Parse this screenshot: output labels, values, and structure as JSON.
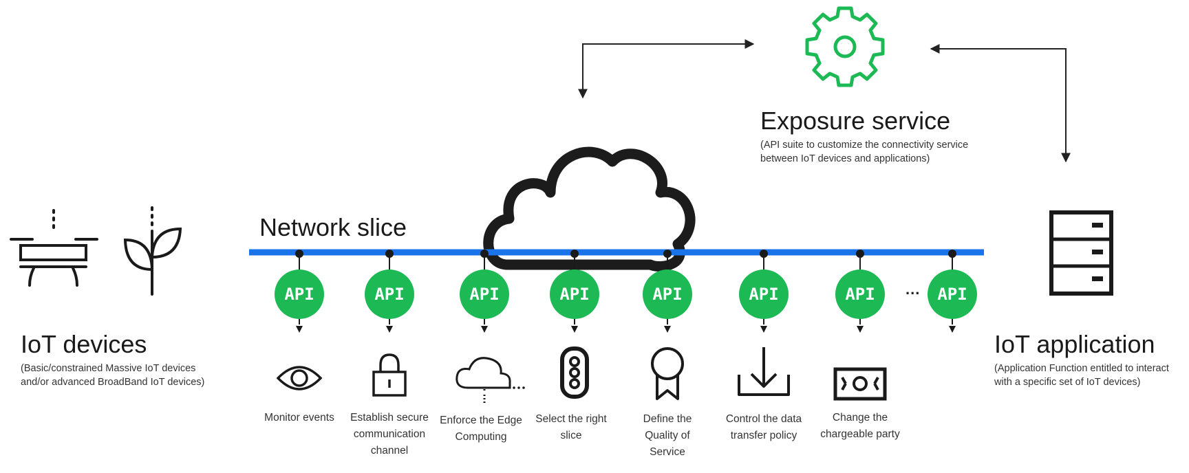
{
  "exposure_service": {
    "title": "Exposure service",
    "description": "(API suite to customize the connectivity service between IoT devices and applications)",
    "icon": "gear-icon",
    "color": "#1db954"
  },
  "network_slice": {
    "label": "Network slice",
    "line_color": "#1a73e8",
    "icon": "cloud-icon"
  },
  "iot_devices": {
    "title": "IoT devices",
    "description": "(Basic/constrained Massive IoT devices and/or advanced BroadBand IoT devices)",
    "icons": [
      "drone-icon",
      "plant-sensor-icon"
    ]
  },
  "iot_application": {
    "title": "IoT application",
    "description": "(Application Function entitled to interact with a specific set of IoT devices)",
    "icon": "server-icon"
  },
  "api_badge_label": "API",
  "ellipsis": "...",
  "apis": [
    {
      "caption": "Monitor events",
      "icon": "eye-icon"
    },
    {
      "caption": "Establish secure communication channel",
      "icon": "lock-icon"
    },
    {
      "caption": "Enforce the Edge Computing",
      "icon": "edge-cloud-icon"
    },
    {
      "caption": "Select the right slice",
      "icon": "traffic-light-icon"
    },
    {
      "caption": "Define the Quality of Service",
      "icon": "award-icon"
    },
    {
      "caption": "Control the data transfer policy",
      "icon": "download-icon"
    },
    {
      "caption": "Change the chargeable party",
      "icon": "banknote-icon"
    },
    {
      "caption": "",
      "icon": ""
    }
  ]
}
